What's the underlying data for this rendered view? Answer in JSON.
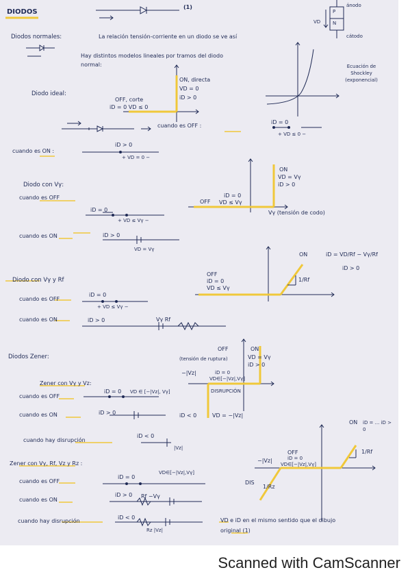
{
  "notes": {
    "title": "DIODOS",
    "top_label": "(1)",
    "symbol_labels": [
      "ánodo",
      "P",
      "N",
      "cátodo",
      "VD"
    ],
    "intro": {
      "heading": "Diodos normales:",
      "text1": "La relación tensión-corriente en un diodo se ve así",
      "text2": "Hay distintos modelos lineales por tramos del diodo",
      "text3": "normal:",
      "curve_label": "Ecuación de Shockley (exponencial)"
    },
    "ideal": {
      "heading": "Diodo ideal:",
      "on_label": "ON, directa",
      "on_cond1": "VD = 0",
      "on_cond2": "iD > 0",
      "off_label": "OFF, corte",
      "off_cond": "iD = 0  VD ≤ 0",
      "when_off": "cuando es OFF :",
      "when_off_i": "iD = 0",
      "when_off_v": "+ VD ≤ 0 −",
      "when_on": "cuando es ON :",
      "when_on_i": "iD > 0",
      "when_on_v": "+ VD = 0 −"
    },
    "vy": {
      "heading": "Diodo con Vγ:",
      "on_label": "ON",
      "on_cond1": "VD = Vγ",
      "on_cond2": "iD > 0",
      "off_label": "OFF",
      "off_cond1": "iD = 0",
      "off_cond2": "VD ≤ Vγ",
      "axis_note": "Vγ (tensión de codo)",
      "when_off": "cuando es OFF",
      "when_off_i": "iD = 0",
      "when_off_v": "+ VD ≤ Vγ −",
      "when_on": "cuando es ON",
      "when_on_i": "iD > 0",
      "when_on_v": "VD = Vγ"
    },
    "vyrf": {
      "heading": "Diodo con Vγ y Rf",
      "on_label": "ON",
      "on_eq": "iD = VD/Rf − Vγ/Rf",
      "on_cond": "iD > 0",
      "off_label": "OFF",
      "off_cond1": "iD = 0",
      "off_cond2": "VD ≤ Vγ",
      "slope": "1/Rf",
      "when_off": "cuando es OFF",
      "when_off_i": "iD = 0",
      "when_off_v": "+ VD ≤ Vγ −",
      "when_on": "cuando es ON",
      "when_on_i": "iD > 0",
      "when_on_parts": "Vγ    Rf"
    },
    "zener": {
      "heading": "Diodos Zener:",
      "sub1": "Zener con Vγ y Vz:",
      "breakdown_note": "(tensión de ruptura)",
      "minus_vz": "−|Vz|",
      "off_label": "OFF",
      "off_cond1": "iD = 0",
      "off_cond2": "VD∈[−|Vz|,Vγ]",
      "on_label": "ON",
      "on_cond1": "VD = Vγ",
      "on_cond2": "iD > 0",
      "disruption": "DISRUPCIÓN",
      "disruption_cond1": "iD < 0",
      "disruption_cond2": "VD = −|Vz|",
      "when_off": "cuando es OFF",
      "when_off_i": "iD = 0",
      "when_off_v": "VD ∈ [−|Vz|, Vγ]",
      "when_on": "cuando es ON",
      "when_on_i": "iD > 0",
      "when_disr": "cuando hay disrupción",
      "when_disr_i": "iD < 0",
      "when_disr_v": "|Vz|",
      "sub2": "Zener con Vγ, Rf, Vz y Rz :",
      "on_label2": "ON",
      "on_cond2b": "iD = ...  iD > 0",
      "off2_label": "OFF",
      "off2_cond1": "iD = 0",
      "off2_cond2": "VD∈[−|Vz|,Vγ]",
      "dis_label": "DIS",
      "slope_rz": "1/Rz",
      "slope_rf": "1/Rf",
      "when_off2": "cuando es OFF",
      "when_off2_i": "iD = 0",
      "when_off2_v": "VD∈[−|Vz|,Vγ]",
      "when_on2": "cuando es ON",
      "when_on2_i": "iD > 0",
      "when_on2_parts": "Rf    −Vγ",
      "when_disr2": "cuando hay disrupción",
      "when_disr2_i": "iD < 0",
      "when_disr2_parts": "Rz   |Vz|",
      "final_note": "VD e iD en el mismo sentido que el dibujo",
      "final_note2": "original (1)"
    }
  },
  "footer": {
    "scanner_text": "Scanned with CamScanner"
  }
}
